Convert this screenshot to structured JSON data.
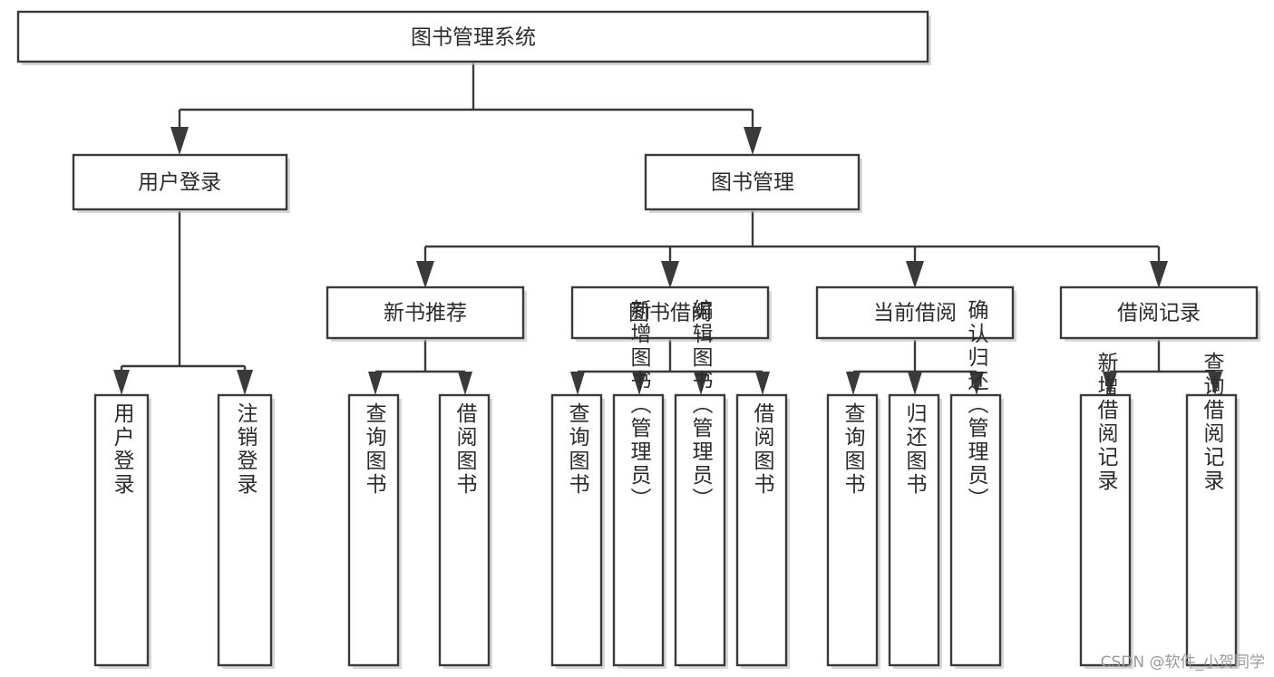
{
  "diagram": {
    "title": "图书管理系统",
    "type": "tree-hierarchy",
    "watermark": "CSDN @软件_小贺同学",
    "colors": {
      "stroke": "#3a3a3a",
      "box_fill": "#ffffff",
      "text": "#2b2b2b",
      "background": "#ffffff",
      "watermark": "#9b9b9b"
    },
    "root": {
      "label": "图书管理系统",
      "orientation": "horizontal"
    },
    "level2": [
      {
        "label": "用户登录",
        "orientation": "horizontal"
      },
      {
        "label": "图书管理",
        "orientation": "horizontal"
      }
    ],
    "level3": [
      {
        "label": "新书推荐",
        "orientation": "horizontal"
      },
      {
        "label": "图书借阅",
        "orientation": "horizontal"
      },
      {
        "label": "当前借阅",
        "orientation": "horizontal"
      },
      {
        "label": "借阅记录",
        "orientation": "horizontal"
      }
    ],
    "leaves": {
      "user_login": [
        {
          "label": "用户登录",
          "orientation": "vertical"
        },
        {
          "label": "注销登录",
          "orientation": "vertical"
        }
      ],
      "new_book_recommend": [
        {
          "label": "查询图书",
          "orientation": "vertical"
        },
        {
          "label": "借阅图书",
          "orientation": "vertical"
        }
      ],
      "book_borrow": [
        {
          "label": "查询图书",
          "orientation": "vertical"
        },
        {
          "label": "新增图书（管理员）",
          "orientation": "vertical"
        },
        {
          "label": "编辑图书（管理员）",
          "orientation": "vertical"
        },
        {
          "label": "借阅图书",
          "orientation": "vertical"
        }
      ],
      "current_borrow": [
        {
          "label": "查询图书",
          "orientation": "vertical"
        },
        {
          "label": "归还图书",
          "orientation": "vertical"
        },
        {
          "label": "确认归还（管理员）",
          "orientation": "vertical"
        }
      ],
      "borrow_record": [
        {
          "label": "新增借阅记录",
          "orientation": "vertical"
        },
        {
          "label": "查询借阅记录",
          "orientation": "vertical"
        }
      ]
    }
  }
}
